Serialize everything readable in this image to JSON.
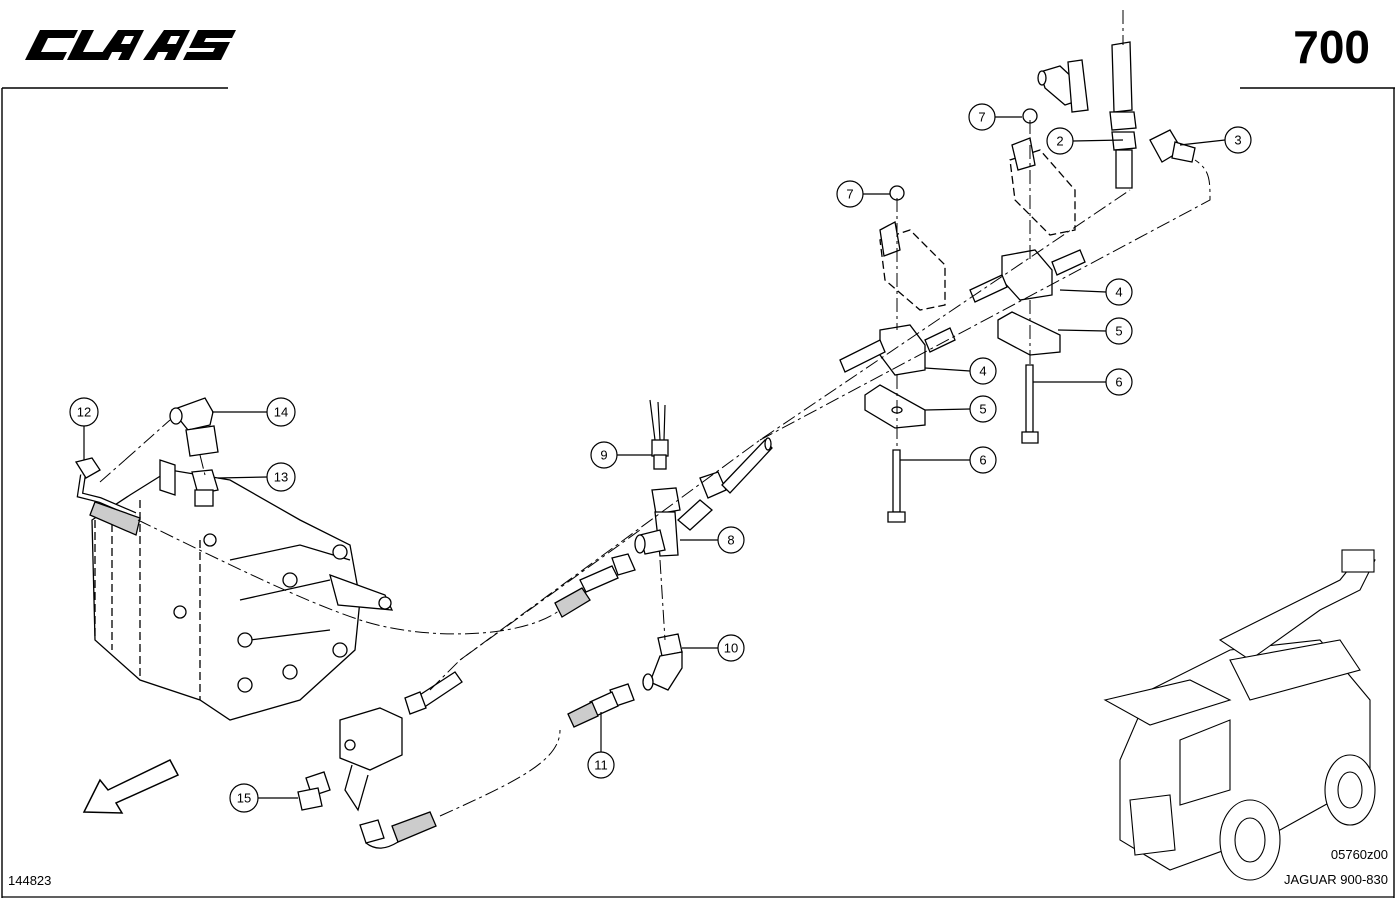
{
  "header": {
    "logo_text": "CLAAS",
    "page_number": "700"
  },
  "footer": {
    "left_code": "144823",
    "image_code": "05760z00",
    "model": "JAGUAR 900-830"
  },
  "callouts": [
    "2",
    "3",
    "4",
    "4",
    "5",
    "5",
    "6",
    "6",
    "7",
    "7",
    "8",
    "9",
    "10",
    "11",
    "12",
    "13",
    "14",
    "15"
  ]
}
